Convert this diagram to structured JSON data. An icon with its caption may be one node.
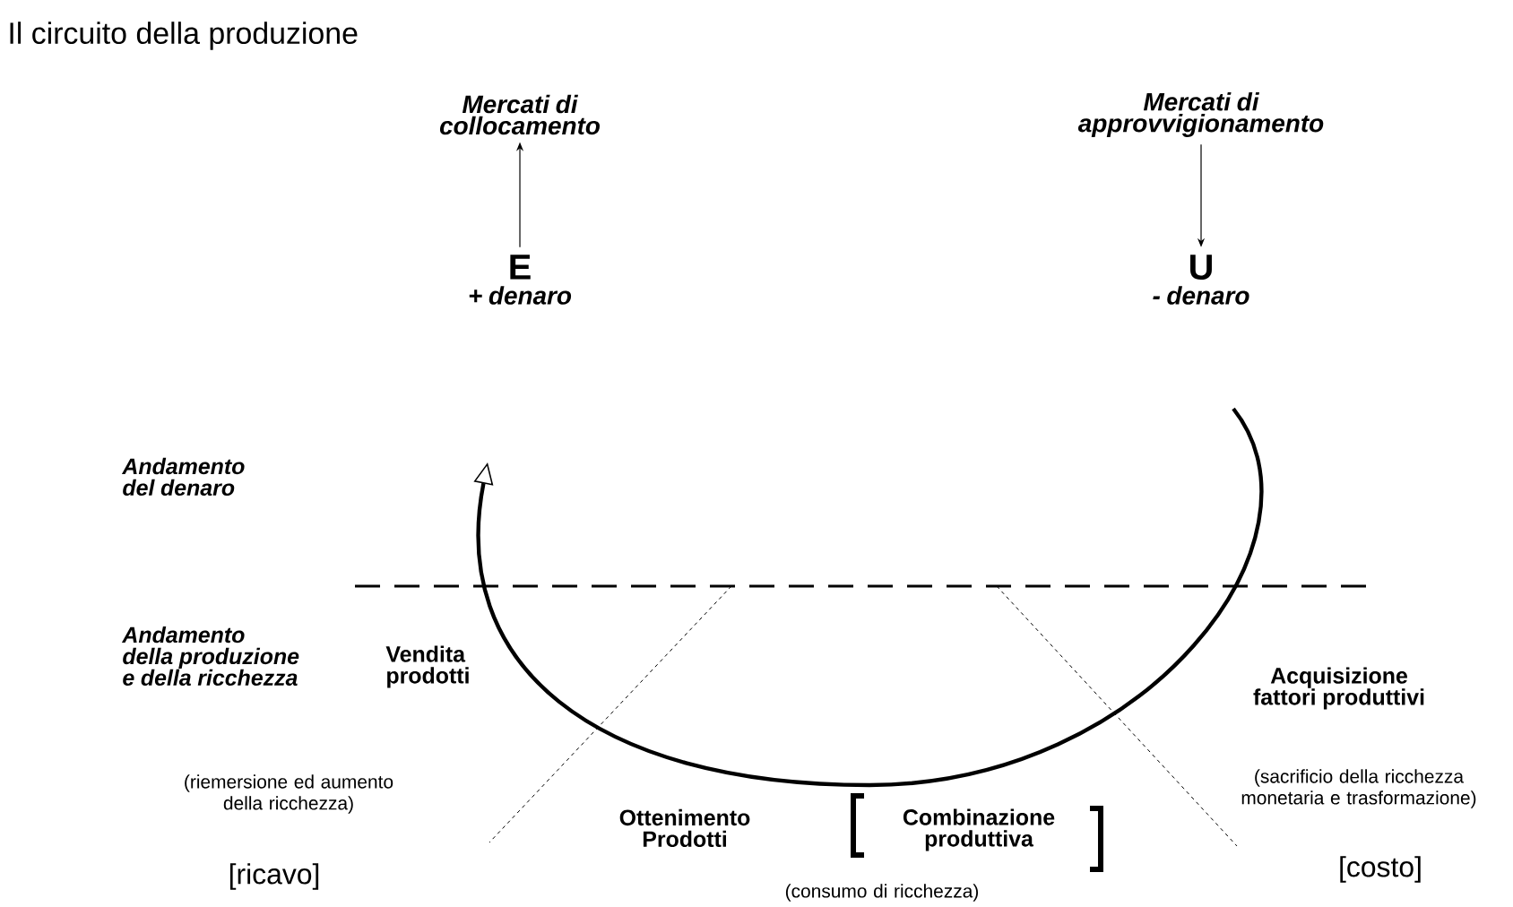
{
  "diagram": {
    "title": "Il circuito della produzione",
    "nodes": [
      {
        "text": [
          "Mercati di collocamento"
        ]
      },
      {
        "text": [
          "E",
          "+ denaro"
        ]
      },
      {
        "text": [
          "Mercati di approvvigionamento"
        ]
      },
      {
        "text": [
          "U",
          "- denaro"
        ]
      }
    ],
    "edges": [
      {
        "from": 1,
        "to": 0,
        "arrow": "to"
      },
      {
        "from": 2,
        "to": 3,
        "arrow": "to"
      }
    ],
    "labels": [
      "Andamento del denaro",
      "Andamento della produzione e della ricchezza",
      "Vendita prodotti",
      "(riemersione ed aumento della ricchezza)",
      "[ricavo]",
      "Ottenimento Prodotti",
      "Combinazione produttiva",
      "(consumo di ricchezza)",
      "Acquisizione fattori produttivi",
      "(sacrificio della ricchezza monetaria e trasformazione)",
      "[costo]"
    ]
  }
}
